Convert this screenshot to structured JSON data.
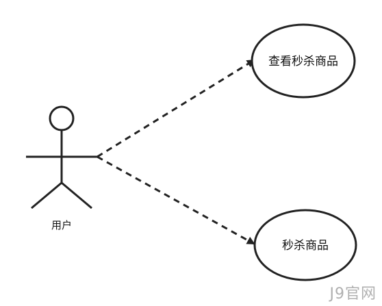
{
  "actor": {
    "label": "用户"
  },
  "use_cases": [
    {
      "label": "查看秒杀商品"
    },
    {
      "label": "秒杀商品"
    }
  ],
  "watermark": "J9官网",
  "colors": {
    "stroke": "#222222",
    "fill": "#ffffff",
    "watermark": "#b0b0b0"
  }
}
